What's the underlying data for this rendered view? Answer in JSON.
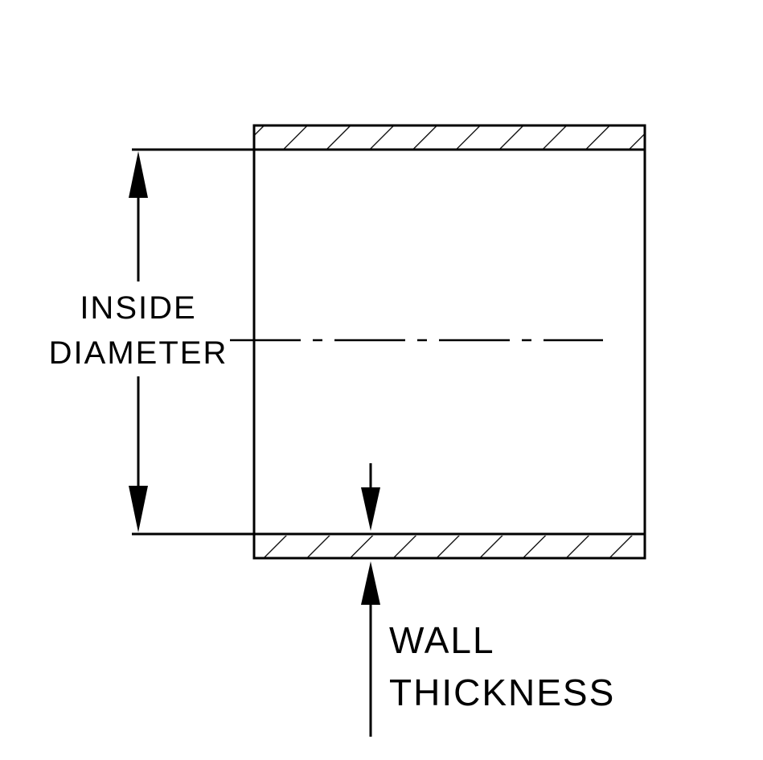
{
  "diagram": {
    "type": "technical-drawing",
    "subject": "tube cross-section with inside diameter and wall thickness dimensions",
    "labels": {
      "inside_diameter_line1": "INSIDE",
      "inside_diameter_line2": "DIAMETER",
      "wall_thickness_line1": "WALL",
      "wall_thickness_line2": "THICKNESS"
    },
    "colors": {
      "line": "#000000",
      "background": "#ffffff"
    }
  }
}
